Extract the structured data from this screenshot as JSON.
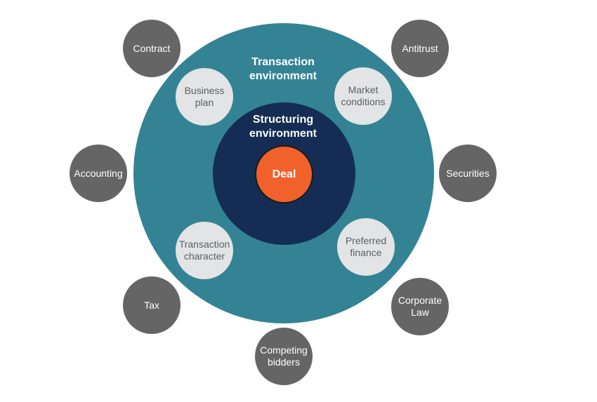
{
  "diagram": {
    "center": {
      "label": "Deal"
    },
    "structuring_environment": {
      "label": "Structuring\nenvironment"
    },
    "transaction_environment": {
      "label": "Transaction\nenvironment",
      "items": [
        {
          "label": "Business\nplan"
        },
        {
          "label": "Market\nconditions"
        },
        {
          "label": "Transaction\ncharacter"
        },
        {
          "label": "Preferred\nfinance"
        }
      ]
    },
    "external_factors": [
      {
        "label": "Contract"
      },
      {
        "label": "Antitrust"
      },
      {
        "label": "Accounting"
      },
      {
        "label": "Securities"
      },
      {
        "label": "Tax"
      },
      {
        "label": "Corporate\nLaw"
      },
      {
        "label": "Competing\nbidders"
      }
    ]
  },
  "colors": {
    "transaction_ring": "#348394",
    "structuring_ring": "#152d54",
    "deal": "#f1612b",
    "inner_nodes": "#e2e4e6",
    "outer_nodes": "#656565"
  }
}
